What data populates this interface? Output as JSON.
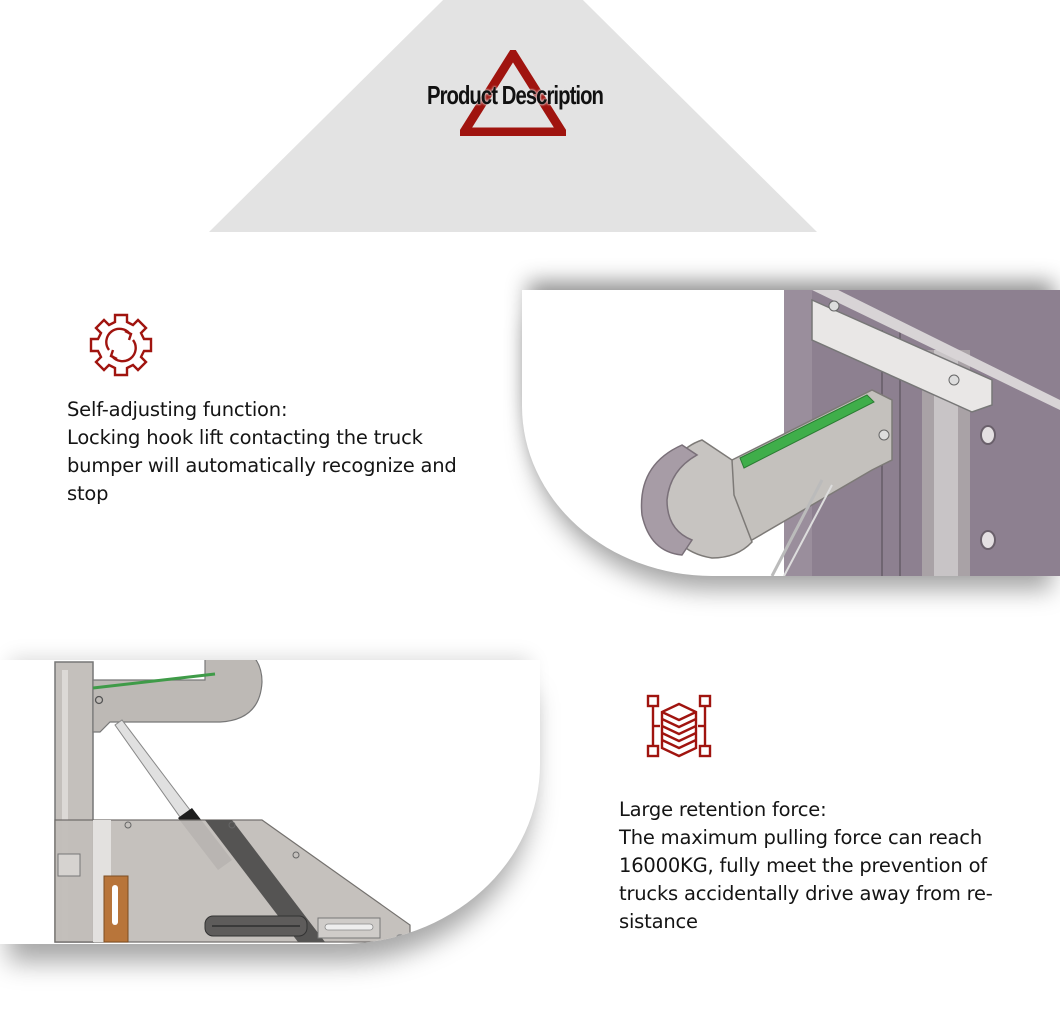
{
  "header": {
    "title": "Product Description",
    "accent_color": "#a0140f",
    "band_color": "#e3e3e3"
  },
  "features": [
    {
      "icon": "gear-refresh-icon",
      "heading": "Self-adjusting function:",
      "lines": [
        "Locking hook lift contacting the truck",
        "bumper will automatically recognize and",
        "stop"
      ]
    },
    {
      "icon": "server-stack-network-icon",
      "heading": "Large retention force:",
      "lines": [
        "The maximum pulling force can reach",
        "16000KG, fully meet the prevention of",
        "trucks accidentally drive away from re-",
        "sistance"
      ]
    }
  ],
  "images": [
    {
      "name": "hook-closeup-3d-render",
      "colors": {
        "plate": "#8c7f8e",
        "hook": "#c6c3c0",
        "rod": "#3fae4a"
      }
    },
    {
      "name": "hook-side-view-render",
      "colors": {
        "frame": "#c4c0bc",
        "strut": "#2a2a2a",
        "bracket": "#b8753a"
      }
    }
  ]
}
